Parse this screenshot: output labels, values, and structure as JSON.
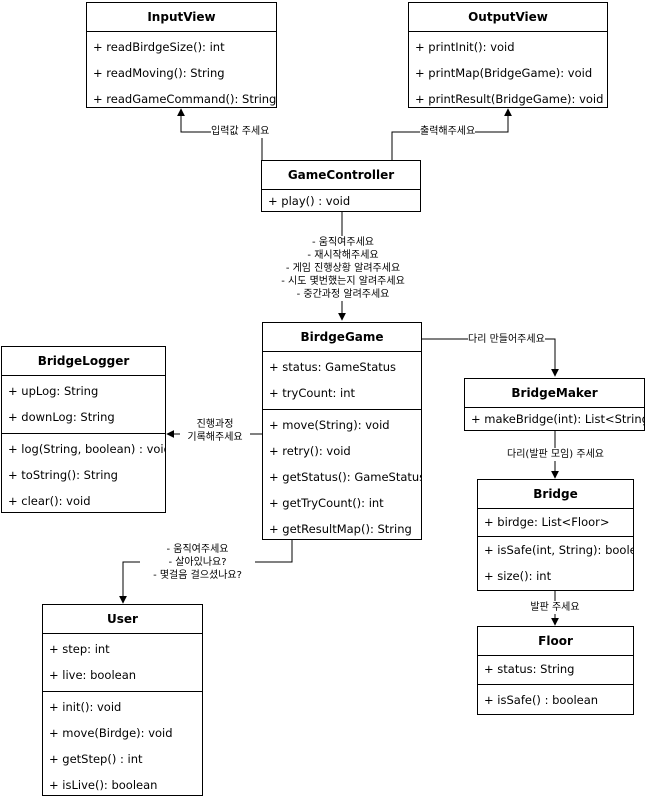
{
  "classes": {
    "input_view": {
      "name": "InputView",
      "sections": [
        [
          "+ readBirdgeSize(): int",
          "+ readMoving(): String",
          "+ readGameCommand(): String"
        ]
      ]
    },
    "output_view": {
      "name": "OutputView",
      "sections": [
        [
          "+ printInit(): void",
          "+ printMap(BridgeGame): void",
          "+ printResult(BridgeGame): void"
        ]
      ]
    },
    "game_controller": {
      "name": "GameController",
      "sections": [
        [
          "+ play() : void"
        ]
      ]
    },
    "bridge_game": {
      "name": "BirdgeGame",
      "sections": [
        [
          "+ status: GameStatus",
          "+ tryCount: int"
        ],
        [
          "+ move(String): void",
          "+ retry(): void",
          "+ getStatus(): GameStatus",
          "+ getTryCount(): int",
          "+ getResultMap(): String"
        ]
      ]
    },
    "bridge_logger": {
      "name": "BridgeLogger",
      "sections": [
        [
          "+ upLog: String",
          "+ downLog: String"
        ],
        [
          "+ log(String, boolean) : void",
          "+ toString(): String",
          "+ clear(): void"
        ]
      ]
    },
    "bridge_maker": {
      "name": "BridgeMaker",
      "sections": [
        [
          "+ makeBridge(int): List<String>"
        ]
      ]
    },
    "bridge": {
      "name": "Bridge",
      "sections": [
        [
          "+ birdge: List<Floor>"
        ],
        [
          "+ isSafe(int, String): boolean",
          "+ size(): int"
        ]
      ]
    },
    "floor": {
      "name": "Floor",
      "sections": [
        [
          "+ status: String"
        ],
        [
          "+ isSafe() : boolean"
        ]
      ]
    },
    "user": {
      "name": "User",
      "sections": [
        [
          "+ step: int",
          "+ live: boolean"
        ],
        [
          "+ init(): void",
          "+ move(Birdge): void",
          "+ getStep() : int",
          "+ isLive(): boolean"
        ]
      ]
    }
  },
  "edge_labels": {
    "controller_to_input": "입력값 주세요",
    "controller_to_output": "출력해주세요",
    "controller_to_game": [
      "- 움직여주세요",
      "- 재시작해주세요",
      "- 게임 진행상황 알려주세요",
      "- 시도 몇번했는지 알려주세요",
      "- 중간과정 알려주세요"
    ],
    "game_to_maker": "다리 만들어주세요",
    "game_to_logger": [
      "진행과정",
      "기록해주세요"
    ],
    "maker_to_bridge": "다리(발판 모임) 주세요",
    "bridge_to_floor": "발판 주세요",
    "game_to_user": [
      "- 움직여주세요",
      "- 살아있나요?",
      "- 몇걸음 걸으셨나요?"
    ]
  }
}
